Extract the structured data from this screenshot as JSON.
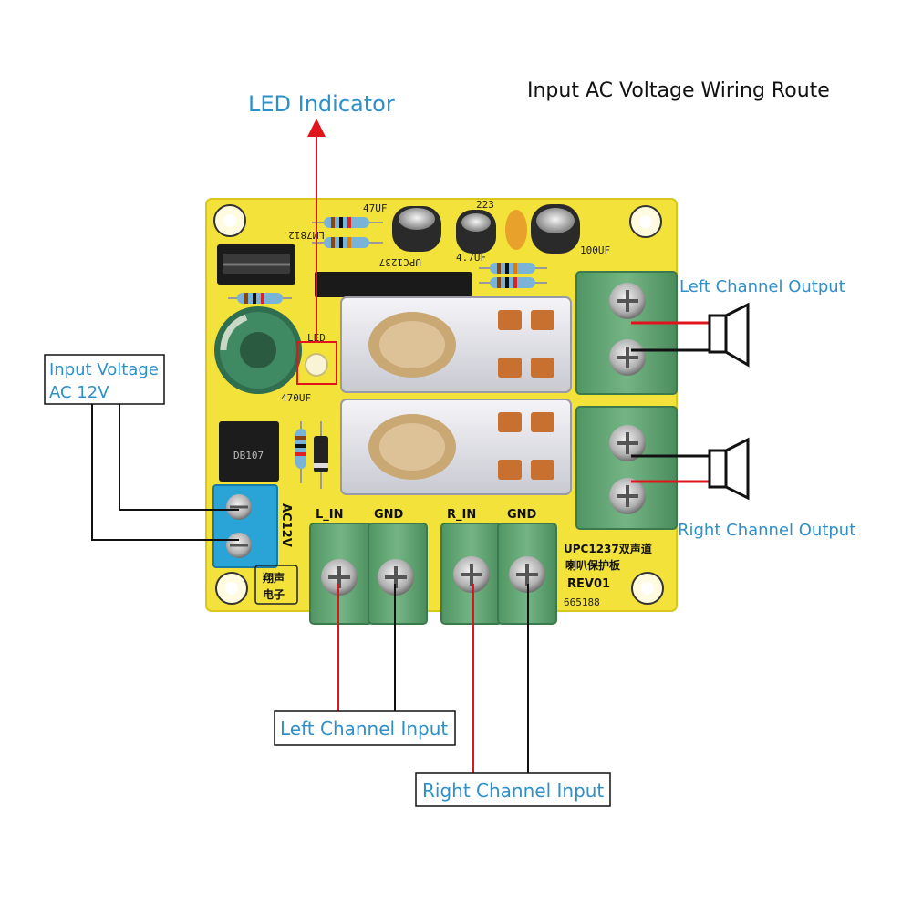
{
  "title": "Input AC Voltage Wiring Route",
  "labels": {
    "led_indicator": "LED Indicator",
    "input_voltage_line1": "Input Voltage",
    "input_voltage_line2": "AC 12V",
    "left_output": "Left Channel Output",
    "right_output": "Right Channel Output",
    "left_input": "Left Channel Input",
    "right_input": "Right Channel Input"
  },
  "board": {
    "silk_l_in": "L_IN",
    "silk_gnd_1": "GND",
    "silk_r_in": "R_IN",
    "silk_gnd_2": "GND",
    "silk_ac12v": "AC12V",
    "silk_led": "LED",
    "silk_lm7812": "LM7812",
    "silk_upc1237": "UPC1237",
    "silk_47uf": "47UF",
    "silk_470uf": "470UF",
    "silk_4_7uf": "4.7UF",
    "silk_100uf": "100UF",
    "silk_223": "223",
    "silk_model": "UPC1237双声道",
    "silk_desc": "喇叭保护板",
    "silk_rev": "REV01",
    "silk_brand_1": "翔声",
    "silk_brand_2": "电子",
    "silk_serial": "665188",
    "bridge_label": "DB107"
  },
  "colors": {
    "pcb": "#f2e23a",
    "terminal_green": "#5fa36f",
    "terminal_blue": "#2aa3d6",
    "wire_red": "#e0141c",
    "wire_black": "#111111",
    "label_blue": "#2e8fc9",
    "relay_body": "#e9e9ee"
  }
}
